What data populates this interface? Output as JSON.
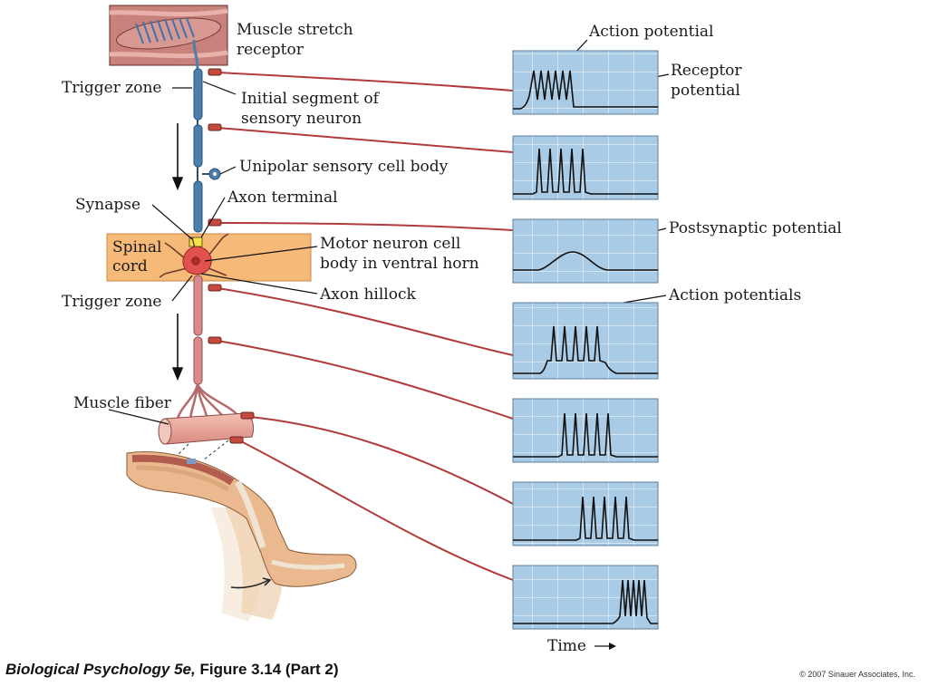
{
  "labels": {
    "muscle_stretch_receptor": [
      "Muscle stretch",
      "receptor"
    ],
    "trigger_zone_top": "Trigger zone",
    "initial_segment": [
      "Initial segment of",
      "sensory neuron"
    ],
    "unipolar_cell_body": "Unipolar sensory cell body",
    "synapse": "Synapse",
    "axon_terminal": "Axon terminal",
    "spinal_cord": [
      "Spinal",
      "cord"
    ],
    "motor_neuron_cell_body": [
      "Motor neuron cell",
      "body in ventral horn"
    ],
    "trigger_zone_bottom": "Trigger zone",
    "axon_hillock": "Axon hillock",
    "muscle_fiber": "Muscle fiber",
    "action_potential": "Action potential",
    "receptor_potential": [
      "Receptor",
      "potential"
    ],
    "postsynaptic_potential": "Postsynaptic potential",
    "action_potentials": "Action potentials",
    "time_axis": "Time"
  },
  "caption": {
    "title_italic": "Biological Psychology 5e,",
    "title_rest": " Figure 3.14 (Part 2)",
    "copyright": "© 2007 Sinauer Associates, Inc."
  },
  "colors": {
    "panel_fill": "#a9cbe6",
    "panel_grid": "#ffffff",
    "sensory_axon": "#4b7fb0",
    "motor_axon": "#d98b8b",
    "lead_wire": "#b23a3a",
    "spinal_cord": "#f6b977",
    "motor_soma": "#e2514d"
  }
}
